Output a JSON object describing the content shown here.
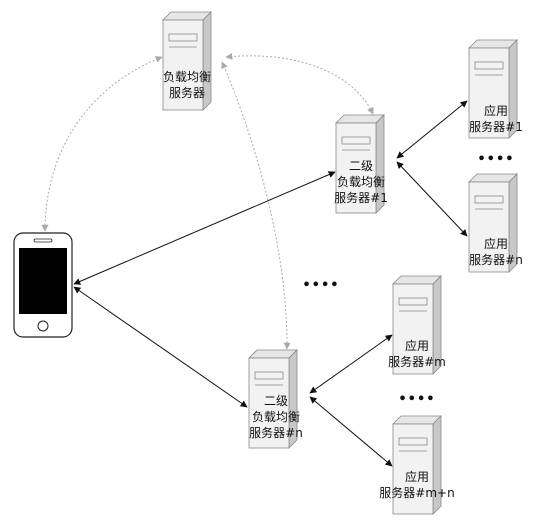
{
  "nodes": {
    "top_lb": {
      "line1": "负载均衡",
      "line2": "服务器"
    },
    "lb2_1": {
      "line1": "二级",
      "line2": "负载均衡",
      "line3": "服务器#1"
    },
    "lb2_n": {
      "line1": "二级",
      "line2": "负载均衡",
      "line3": "服务器#n"
    },
    "app_1": {
      "line1": "应用",
      "line2": "服务器#1"
    },
    "app_n": {
      "line1": "应用",
      "line2": "服务器#n"
    },
    "app_m": {
      "line1": "应用",
      "line2": "服务器#m"
    },
    "app_mn": {
      "line1": "应用",
      "line2": "服务器#m+n"
    }
  },
  "ellipsis": {
    "between_apps_top": "••••",
    "between_lb2": "••••",
    "between_apps_bottom": "••••"
  },
  "colors": {
    "solid_link": "#111111",
    "dotted_link": "#aaaaaa",
    "server_front": "#f2f2f2",
    "server_side": "#c8c8c8",
    "phone_screen": "#000000"
  }
}
